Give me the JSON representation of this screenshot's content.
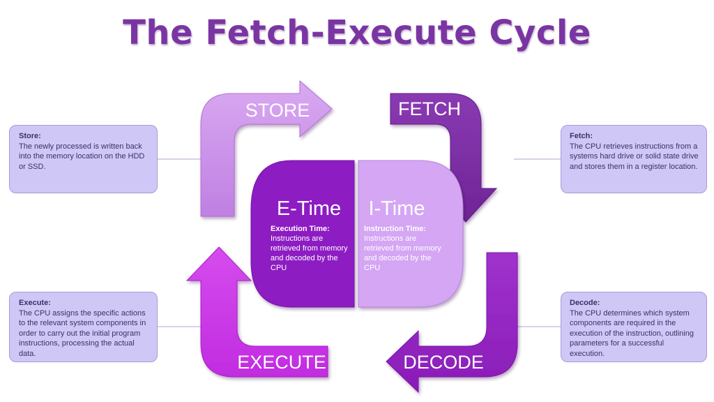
{
  "title": "The Fetch-Execute Cycle",
  "stages": {
    "store": {
      "label": "STORE",
      "heading": "Store:",
      "description": "The newly processed is written back into the memory location on the HDD or SSD."
    },
    "fetch": {
      "label": "FETCH",
      "heading": "Fetch:",
      "description": "The CPU retrieves instructions from a systems hard drive or solid state drive and stores them in a register location."
    },
    "execute": {
      "label": "EXECUTE",
      "heading": "Execute:",
      "description": "The CPU assigns the specific actions to the relevant system components in order to carry out the initial program instructions, processing the actual data."
    },
    "decode": {
      "label": "DECODE",
      "heading": "Decode:",
      "description": "The CPU determines which system components are required in the execution of the instruction, outlining parameters for a successful execution."
    }
  },
  "center": {
    "etime": {
      "label": "E-Time",
      "heading": "Execution Time:",
      "description": "Instructions are retrieved from memory and decoded by the CPU"
    },
    "itime": {
      "label": "I-Time",
      "heading": "Instruction Time:",
      "description": "Instructions are retrieved from memory and decoded by the CPU"
    }
  },
  "colors": {
    "title": "#7a35a3",
    "store_arrow": "#c98de8",
    "fetch_arrow": "#7d2fa4",
    "decode_arrow": "#9523c2",
    "execute_arrow": "#cb3ae6",
    "etime_fill": "#8d1fc2",
    "itime_fill": "#d4a6f4",
    "info_box": "#cfc8f7",
    "connector": "#b79fd6"
  }
}
